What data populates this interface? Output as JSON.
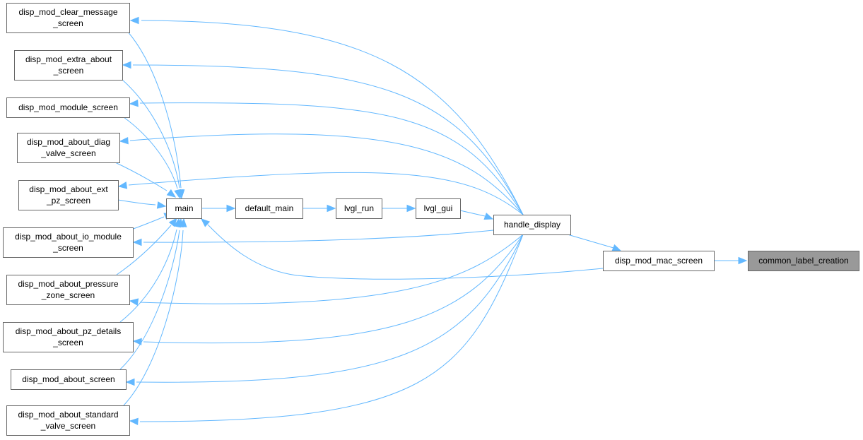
{
  "diagram": {
    "nodes": [
      {
        "id": "common_label_creation",
        "lines": [
          "common_label_creation"
        ],
        "highlight": true
      },
      {
        "id": "disp_mod_mac_screen",
        "lines": [
          "disp_mod_mac_screen"
        ]
      },
      {
        "id": "handle_display",
        "lines": [
          "handle_display"
        ]
      },
      {
        "id": "lvgl_gui",
        "lines": [
          "lvgl_gui"
        ]
      },
      {
        "id": "lvgl_run",
        "lines": [
          "lvgl_run"
        ]
      },
      {
        "id": "default_main",
        "lines": [
          "default_main"
        ]
      },
      {
        "id": "main",
        "lines": [
          "main"
        ]
      },
      {
        "id": "disp_mod_clear_message_screen",
        "lines": [
          "disp_mod_clear_message",
          "_screen"
        ]
      },
      {
        "id": "disp_mod_extra_about_screen",
        "lines": [
          "disp_mod_extra_about",
          "_screen"
        ]
      },
      {
        "id": "disp_mod_module_screen",
        "lines": [
          "disp_mod_module_screen"
        ]
      },
      {
        "id": "disp_mod_about_diag_valve_screen",
        "lines": [
          "disp_mod_about_diag",
          "_valve_screen"
        ]
      },
      {
        "id": "disp_mod_about_ext_pz_screen",
        "lines": [
          "disp_mod_about_ext",
          "_pz_screen"
        ]
      },
      {
        "id": "disp_mod_about_io_module_screen",
        "lines": [
          "disp_mod_about_io_module",
          "_screen"
        ]
      },
      {
        "id": "disp_mod_about_pressure_zone_screen",
        "lines": [
          "disp_mod_about_pressure",
          "_zone_screen"
        ]
      },
      {
        "id": "disp_mod_about_pz_details_screen",
        "lines": [
          "disp_mod_about_pz_details",
          "_screen"
        ]
      },
      {
        "id": "disp_mod_about_screen",
        "lines": [
          "disp_mod_about_screen"
        ]
      },
      {
        "id": "disp_mod_about_standard_valve_screen",
        "lines": [
          "disp_mod_about_standard",
          "_valve_screen"
        ]
      }
    ],
    "edges": [
      {
        "from": "disp_mod_mac_screen",
        "to": "common_label_creation"
      },
      {
        "from": "handle_display",
        "to": "disp_mod_mac_screen"
      },
      {
        "from": "disp_mod_mac_screen",
        "to": "main"
      },
      {
        "from": "lvgl_gui",
        "to": "handle_display"
      },
      {
        "from": "lvgl_run",
        "to": "lvgl_gui"
      },
      {
        "from": "default_main",
        "to": "lvgl_run"
      },
      {
        "from": "main",
        "to": "default_main"
      },
      {
        "from": "handle_display",
        "to": "disp_mod_clear_message_screen"
      },
      {
        "from": "handle_display",
        "to": "disp_mod_extra_about_screen"
      },
      {
        "from": "handle_display",
        "to": "disp_mod_module_screen"
      },
      {
        "from": "handle_display",
        "to": "disp_mod_about_diag_valve_screen"
      },
      {
        "from": "handle_display",
        "to": "disp_mod_about_ext_pz_screen"
      },
      {
        "from": "handle_display",
        "to": "disp_mod_about_io_module_screen"
      },
      {
        "from": "handle_display",
        "to": "disp_mod_about_pressure_zone_screen"
      },
      {
        "from": "handle_display",
        "to": "disp_mod_about_pz_details_screen"
      },
      {
        "from": "handle_display",
        "to": "disp_mod_about_screen"
      },
      {
        "from": "handle_display",
        "to": "disp_mod_about_standard_valve_screen"
      },
      {
        "from": "disp_mod_clear_message_screen",
        "to": "main"
      },
      {
        "from": "disp_mod_extra_about_screen",
        "to": "main"
      },
      {
        "from": "disp_mod_module_screen",
        "to": "main"
      },
      {
        "from": "disp_mod_about_diag_valve_screen",
        "to": "main"
      },
      {
        "from": "disp_mod_about_ext_pz_screen",
        "to": "main"
      },
      {
        "from": "disp_mod_about_io_module_screen",
        "to": "main"
      },
      {
        "from": "disp_mod_about_pressure_zone_screen",
        "to": "main"
      },
      {
        "from": "disp_mod_about_pz_details_screen",
        "to": "main"
      },
      {
        "from": "disp_mod_about_screen",
        "to": "main"
      },
      {
        "from": "disp_mod_about_standard_valve_screen",
        "to": "main"
      }
    ],
    "colors": {
      "edge": "#63b8ff",
      "node_border": "#666666",
      "node_fill": "#ffffff",
      "highlight_fill": "#999999"
    }
  }
}
